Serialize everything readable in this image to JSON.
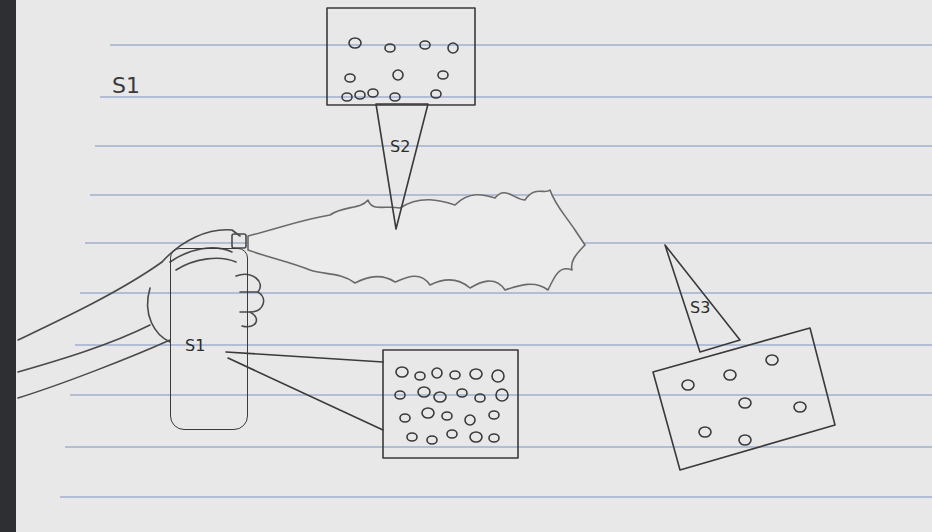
{
  "diagram": {
    "nodes": [
      {
        "text": [
          "S2"
        ]
      },
      {
        "text": [
          "S1"
        ]
      },
      {
        "text": [
          "S3"
        ]
      }
    ],
    "labels": [
      "S1"
    ]
  }
}
